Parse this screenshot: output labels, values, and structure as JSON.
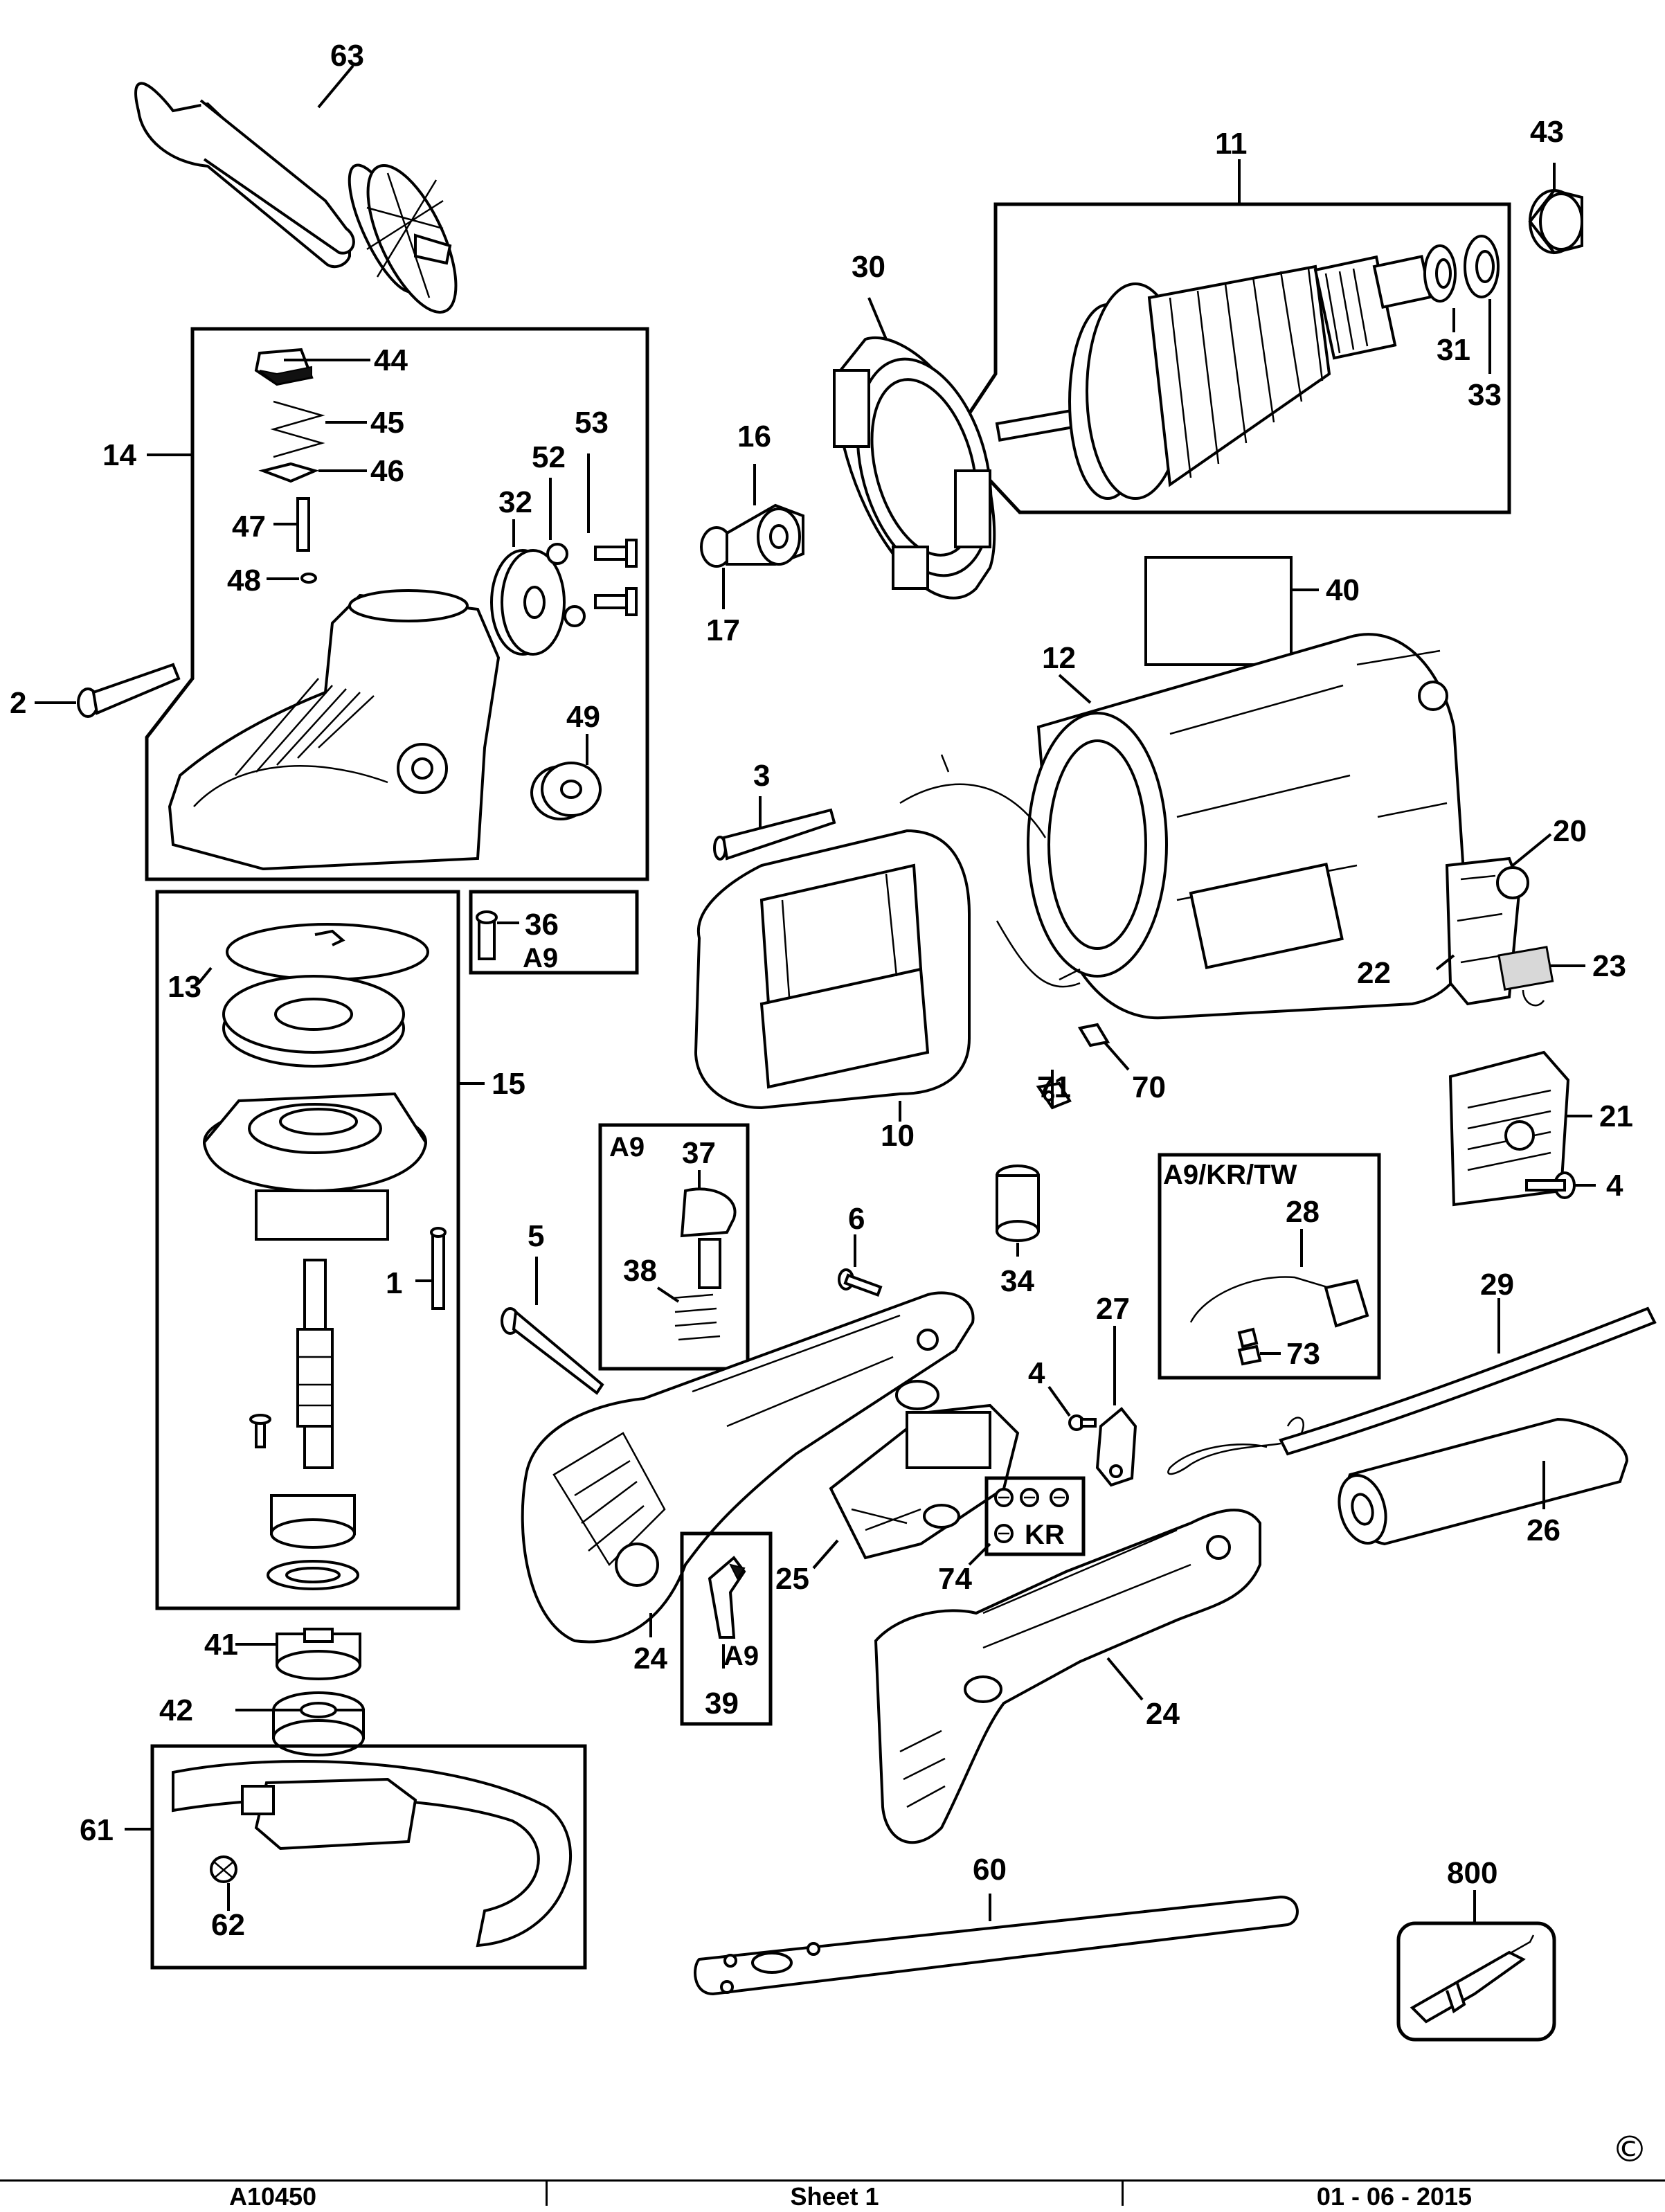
{
  "parts": {
    "p63": "63",
    "p11": "11",
    "p43": "43",
    "p30": "30",
    "p31": "31",
    "p33": "33",
    "p44": "44",
    "p45": "45",
    "p46": "46",
    "p47": "47",
    "p48": "48",
    "p14": "14",
    "p53": "53",
    "p52": "52",
    "p32": "32",
    "p16": "16",
    "p17": "17",
    "p40": "40",
    "p2": "2",
    "p12": "12",
    "p49": "49",
    "p3": "3",
    "p20": "20",
    "p36": "36",
    "p13": "13",
    "p22": "22",
    "p23": "23",
    "p15": "15",
    "p70": "70",
    "p71": "71",
    "p10": "10",
    "p21": "21",
    "p37": "37",
    "p4a": "4",
    "p4b": "4",
    "p28": "28",
    "p34": "34",
    "p5": "5",
    "p6": "6",
    "p38": "38",
    "p1": "1",
    "p29": "29",
    "p27": "27",
    "p73": "73",
    "p26": "26",
    "p25": "25",
    "p74": "74",
    "p41": "41",
    "p24a": "24",
    "p24b": "24",
    "p39": "39",
    "p42": "42",
    "p61": "61",
    "p62": "62",
    "p60": "60",
    "p800": "800"
  },
  "tags": {
    "a9_box36": "A9",
    "a9_box37": "A9",
    "a9_box39": "A9",
    "a9krtw": "A9/KR/TW",
    "kr": "KR"
  },
  "copyright_symbol": "©",
  "footer": {
    "left": "A10450",
    "middle": "Sheet 1",
    "right": "01 - 06 - 2015"
  }
}
